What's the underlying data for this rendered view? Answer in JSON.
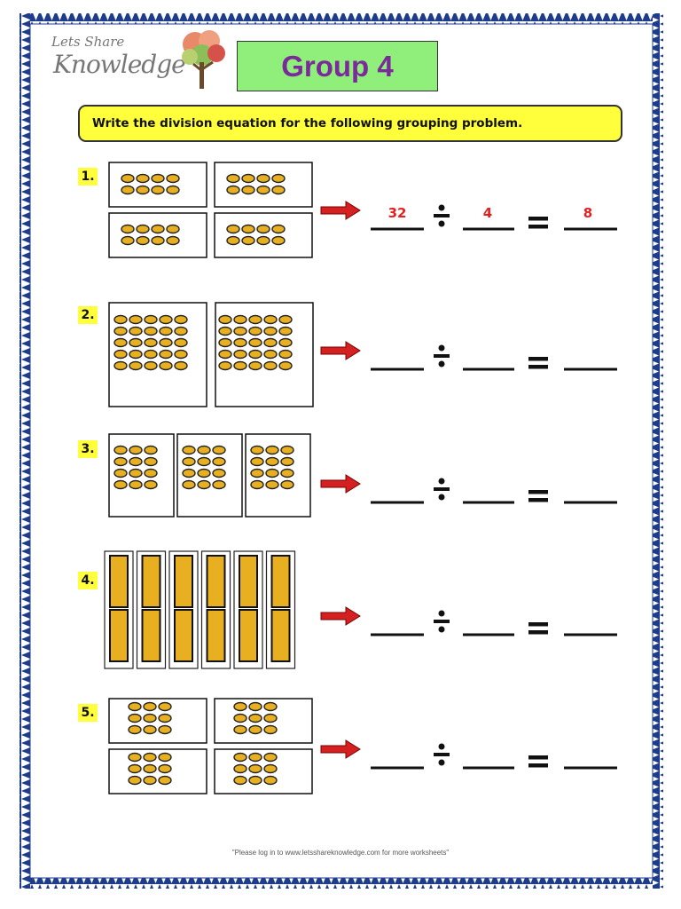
{
  "logo": {
    "line1": "Lets Share",
    "line2": "Knowledge"
  },
  "title": "Group 4",
  "instruction": "Write the division equation for the following grouping problem.",
  "questions": [
    {
      "number": "1.",
      "answers": {
        "dividend": "32",
        "divisor": "4",
        "quotient": "8"
      }
    },
    {
      "number": "2.",
      "answers": {
        "dividend": "",
        "divisor": "",
        "quotient": ""
      }
    },
    {
      "number": "3.",
      "answers": {
        "dividend": "",
        "divisor": "",
        "quotient": ""
      }
    },
    {
      "number": "4.",
      "answers": {
        "dividend": "",
        "divisor": "",
        "quotient": ""
      }
    },
    {
      "number": "5.",
      "answers": {
        "dividend": "",
        "divisor": "",
        "quotient": ""
      }
    }
  ],
  "footer": "\"Please log in to www.letsshareknowledge.com for more worksheets\"",
  "colors": {
    "title_bg": "#90ee7a",
    "title_text": "#7a2a9a",
    "highlight": "#ffff3c",
    "counter": "#e8b020",
    "arrow": "#d42020",
    "border": "#1e3c8c"
  }
}
